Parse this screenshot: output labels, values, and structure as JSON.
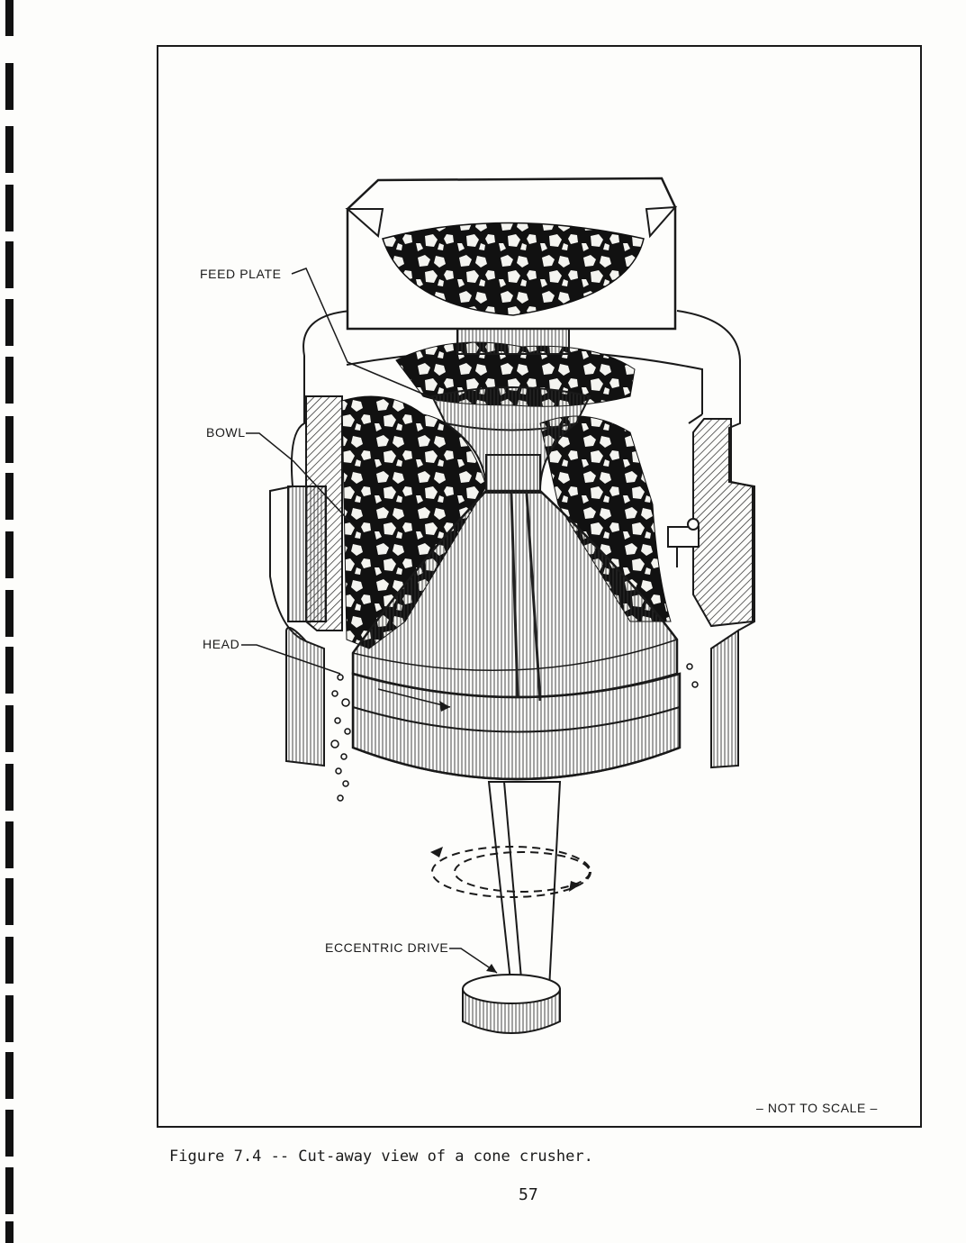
{
  "figure": {
    "labels": {
      "feed_plate": "FEED PLATE",
      "bowl": "BOWL",
      "head": "HEAD",
      "eccentric_drive": "ECCENTRIC DRIVE"
    },
    "scale_note": "– NOT TO SCALE –"
  },
  "caption": "Figure 7.4 -- Cut-away view of a cone crusher.",
  "page_number": "57"
}
